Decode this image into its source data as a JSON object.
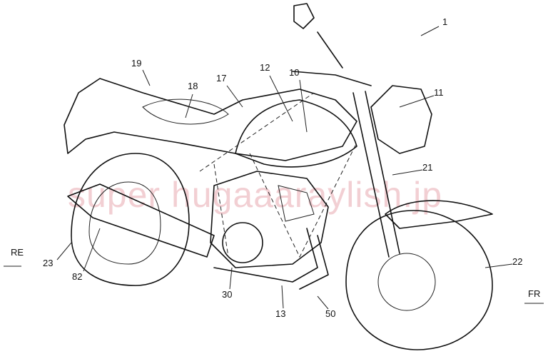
{
  "figure": {
    "watermark": "super hugaaaraylish.jp",
    "labels": {
      "l1": "1",
      "l19": "19",
      "l18": "18",
      "l17": "17",
      "l12": "12",
      "l10": "10",
      "l11": "11",
      "l21": "21",
      "l23": "23",
      "l82": "82",
      "l30": "30",
      "l13": "13",
      "l50": "50",
      "l22": "22"
    },
    "directions": {
      "rear": "RE",
      "front": "FR"
    }
  }
}
